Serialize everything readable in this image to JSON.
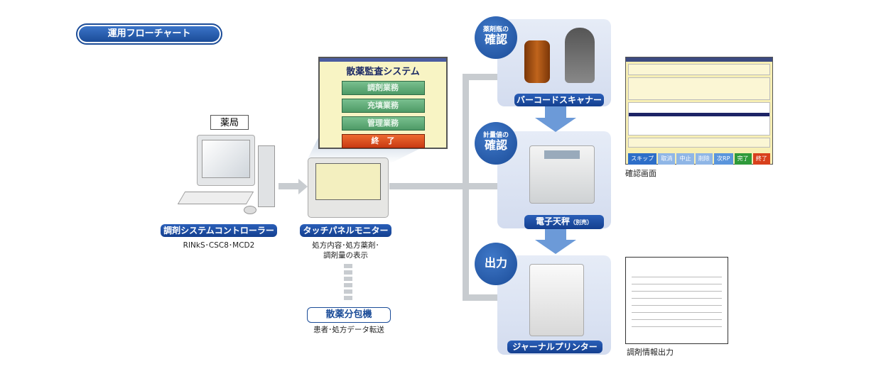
{
  "title": "運用フローチャート",
  "pharmacy_label": "薬局",
  "controller": {
    "label": "調剤システムコントローラー",
    "sub": "RINkS･CSC8･MCD2"
  },
  "touch_monitor": {
    "label": "タッチパネルモニター",
    "sub_line1": "処方内容･処方薬剤･",
    "sub_line2": "調剤量の表示"
  },
  "screen": {
    "title": "散薬監査システム",
    "buttons": [
      "調剤業務",
      "充填業務",
      "管理業務",
      "終　了"
    ]
  },
  "packager": {
    "label": "散薬分包機",
    "sub": "患者･処方データ転送"
  },
  "steps": [
    {
      "badge_small": "薬剤瓶の",
      "badge_large": "確認",
      "device": "バーコードスキャナー"
    },
    {
      "badge_small": "計量値の",
      "badge_large": "確認",
      "device": "電子天秤",
      "device_note": "（別売）"
    },
    {
      "badge_small": "",
      "badge_large": "出力",
      "device": "ジャーナルプリンター"
    }
  ],
  "confirm_screen": {
    "caption": "確認画面",
    "buttons": [
      "スキップ",
      "取消",
      "中止",
      "削除",
      "次RP",
      "完了",
      "終了"
    ]
  },
  "receipt": {
    "caption": "調剤情報出力"
  },
  "colors": {
    "brand_blue": "#1b4c98",
    "panel": "#dde5f3",
    "connector": "#c8ccd0",
    "exit_red": "#d8401c",
    "done_green": "#2e9a3a"
  }
}
